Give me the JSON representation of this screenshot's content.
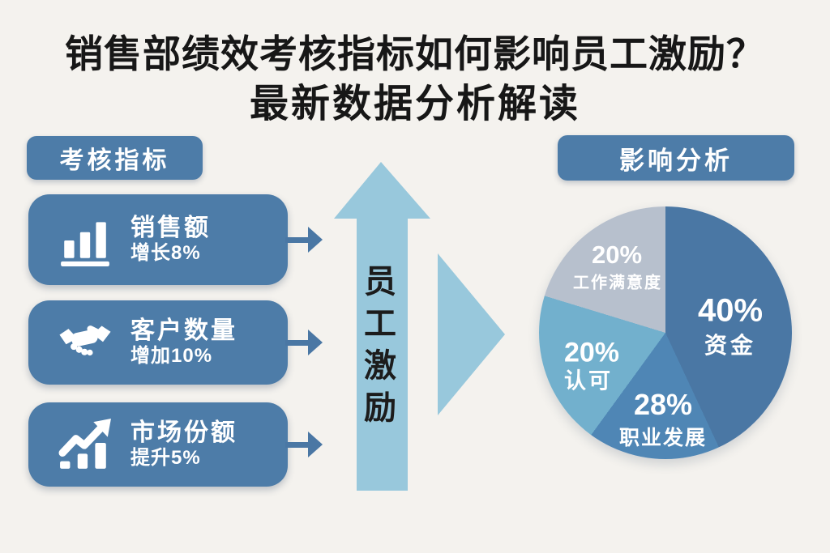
{
  "title": {
    "line1": "销售部绩效考核指标如何影响员工激励？",
    "line2": "最新数据分析解读"
  },
  "colors": {
    "background": "#f4f2ee",
    "primary": "#4d7ca8",
    "primary_dark": "#4a77a4",
    "arrow_light": "#98c8dc",
    "ink": "#171717",
    "text_on_blue": "#ffffff"
  },
  "left_panel": {
    "header": "考核指标",
    "cards": [
      {
        "icon": "bar-chart-icon",
        "title": "销售额",
        "subtitle": "增长8%"
      },
      {
        "icon": "handshake-icon",
        "title": "客户数量",
        "subtitle": "增加10%"
      },
      {
        "icon": "trend-up-icon",
        "title": "市场份额",
        "subtitle": "提升5%"
      }
    ]
  },
  "center": {
    "motivation_label": "员工激励",
    "up_arrow_icon": "up-arrow-shape",
    "side_arrow_icon": "right-triangle-shape"
  },
  "right_panel": {
    "header": "影响分析"
  },
  "chart_data": {
    "type": "pie",
    "title": "影响分析",
    "legend_position": "labels-on-slices",
    "start_angle_deg_from_top": 0,
    "direction": "clockwise",
    "slices": [
      {
        "label": "资金",
        "value_pct": 40,
        "pct_label": "40%",
        "color": "#4a77a4",
        "drawn_sweep_deg": 155
      },
      {
        "label": "职业发展",
        "value_pct": 28,
        "pct_label": "28%",
        "color": "#4f86b5",
        "drawn_sweep_deg": 61
      },
      {
        "label": "认可",
        "value_pct": 20,
        "pct_label": "20%",
        "color": "#72b0cd",
        "drawn_sweep_deg": 71
      },
      {
        "label": "工作满意度",
        "value_pct": 20,
        "pct_label": "20%",
        "color": "#b7c0cd",
        "drawn_sweep_deg": 73
      }
    ]
  }
}
